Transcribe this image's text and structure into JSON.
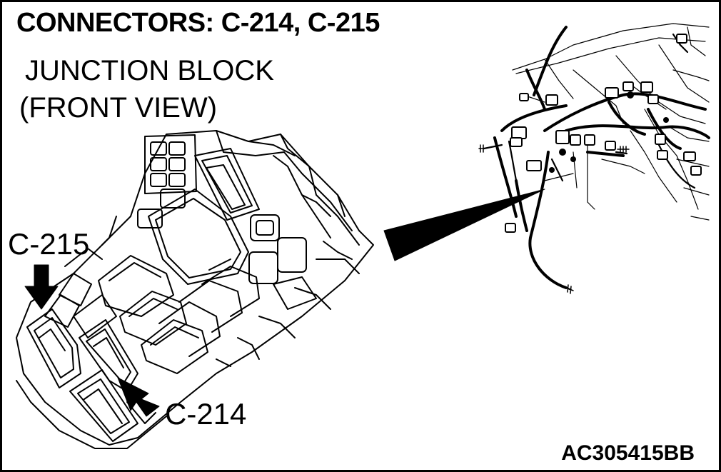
{
  "title": "CONNECTORS: C-214, C-215",
  "subtitle_line1": "JUNCTION BLOCK",
  "subtitle_line2": "(FRONT VIEW)",
  "callouts": {
    "c215": "C-215",
    "c214": "C-214"
  },
  "figure_code": "AC305415BB",
  "icons": [
    "junction-block-drawing",
    "pointer-arrow-icon",
    "wiring-harness-drawing",
    "callout-wedge"
  ]
}
